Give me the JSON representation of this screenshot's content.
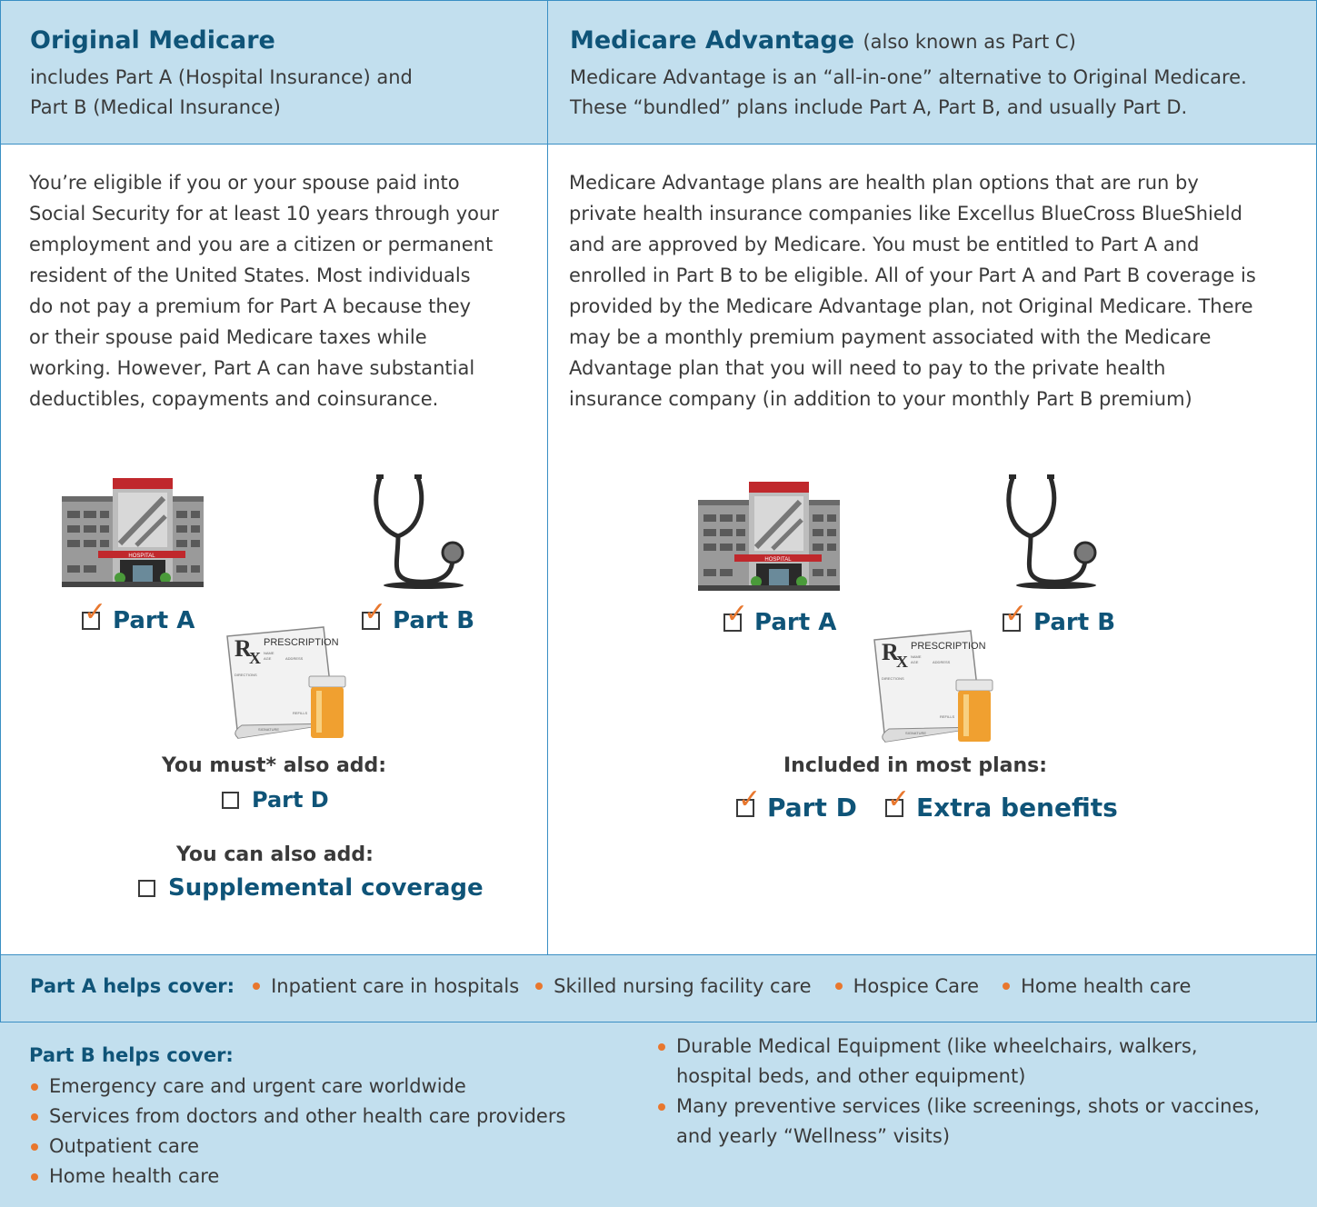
{
  "left": {
    "title": "Original Medicare",
    "subtitle_lines": [
      "includes Part A (Hospital Insurance) and",
      "Part B (Medical Insurance)"
    ],
    "body_lines": [
      "You’re eligible if you or your spouse paid into",
      "Social Security for at least 10 years through your",
      "employment and you are a citizen or permanent",
      "resident of the United States. Most individuals",
      "do not pay a premium for Part A because they",
      "or their spouse paid Medicare taxes while",
      "working. However, Part A can have substantial",
      "deductibles, copayments and coinsurance."
    ],
    "part_a": "Part A",
    "part_b": "Part B",
    "must_add": "You must* also add:",
    "part_d": "Part D",
    "can_add": "You can also add:",
    "supplemental": "Supplemental coverage"
  },
  "right": {
    "title": "Medicare Advantage",
    "title_aside": "(also known as Part C)",
    "subtitle_lines": [
      "Medicare Advantage is an “all-in-one” alternative to Original Medicare.",
      "These “bundled” plans include Part A, Part B, and usually Part D."
    ],
    "body_lines": [
      "Medicare Advantage plans are health plan options that are run by",
      "private health insurance companies like Excellus BlueCross BlueShield",
      "and are approved by Medicare. You must be entitled to Part A and",
      "enrolled in Part B to be eligible. All of your Part A and Part B coverage is",
      "provided by the Medicare Advantage plan, not Original Medicare. There",
      "may be a monthly premium payment associated with the Medicare",
      "Advantage plan that you will need to pay to the private health",
      "insurance company (in addition to your monthly Part B premium)"
    ],
    "part_a": "Part A",
    "part_b": "Part B",
    "included": "Included in most plans:",
    "part_d": "Part D",
    "extra": "Extra benefits"
  },
  "images": {
    "hospital_sign": "HOSPITAL",
    "rx_symbol": "R",
    "rx_x": "X",
    "prescription": "PRESCRIPTION",
    "rx_name": "NAME",
    "rx_age": "AGE",
    "rx_address": "ADDRESS",
    "rx_directions": "DIRECTIONS",
    "rx_refills": "REFILLS",
    "rx_signature": "SIGNATURE"
  },
  "part_a_cover": {
    "title": "Part A helps cover:",
    "items": [
      "Inpatient care in hospitals",
      "Skilled nursing facility care",
      "Hospice Care",
      "Home health care"
    ]
  },
  "part_b_cover": {
    "title": "Part B helps cover:",
    "left_items": [
      "Emergency care and urgent care worldwide",
      "Services from doctors and other health care providers",
      "Outpatient care",
      "Home health care"
    ],
    "right_items": [
      [
        "Durable Medical Equipment (like wheelchairs, walkers,",
        "hospital beds, and other equipment)"
      ],
      [
        "Many preventive services  (like screenings, shots or vaccines,",
        "and yearly “Wellness” visits)"
      ]
    ]
  },
  "colors": {
    "navy": "#0f5478",
    "light_blue": "#c2dfee",
    "orange": "#e8772e",
    "border": "#3a8fc4"
  }
}
